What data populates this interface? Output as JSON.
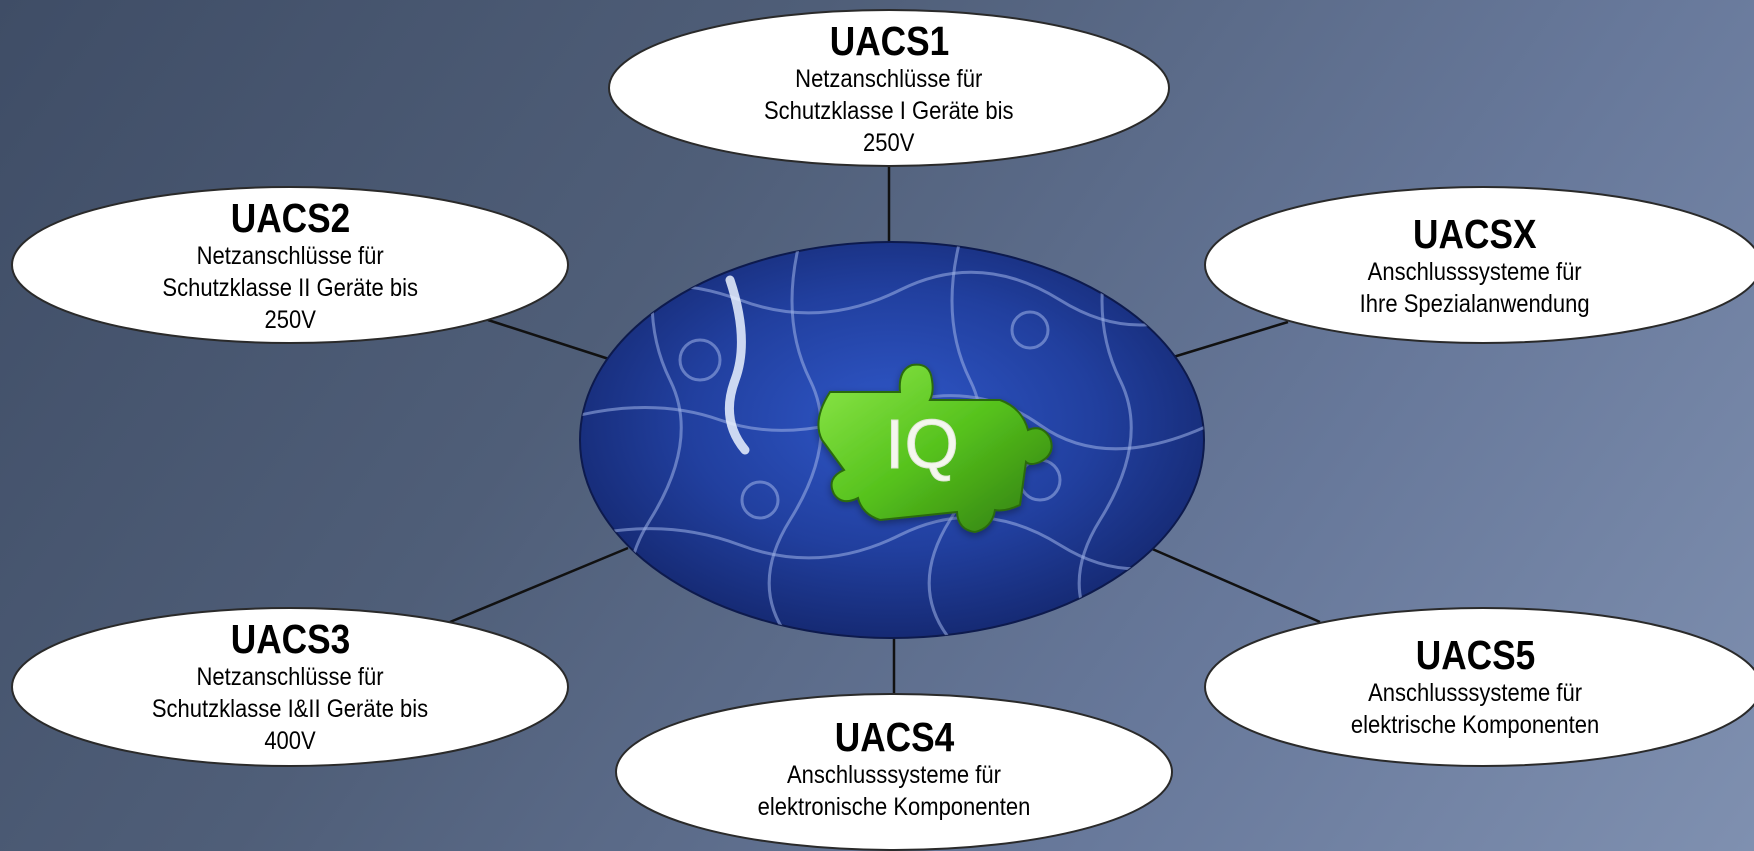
{
  "center": {
    "logo_text": "IQ",
    "colors": {
      "background": "#1e3a8f",
      "puzzle_piece": "#56c21d",
      "logo_glyph": "#f4f7ee"
    }
  },
  "nodes": [
    {
      "id": "uacs1",
      "title": "UACS1",
      "desc": "Netzanschlüsse für\nSchutzklasse I Geräte bis\n250V"
    },
    {
      "id": "uacs2",
      "title": "UACS2",
      "desc": "Netzanschlüsse für\nSchutzklasse II Geräte bis\n250V"
    },
    {
      "id": "uacsx",
      "title": "UACSX",
      "desc": "Anschlusssysteme für\nIhre Spezialanwendung"
    },
    {
      "id": "uacs3",
      "title": "UACS3",
      "desc": "Netzanschlüsse für\nSchutzklasse I&II Geräte bis\n400V"
    },
    {
      "id": "uacs4",
      "title": "UACS4",
      "desc": "Anschlusssysteme für\nelektronische Komponenten"
    },
    {
      "id": "uacs5",
      "title": "UACS5",
      "desc": "Anschlusssysteme für\nelektrische Komponenten"
    }
  ]
}
